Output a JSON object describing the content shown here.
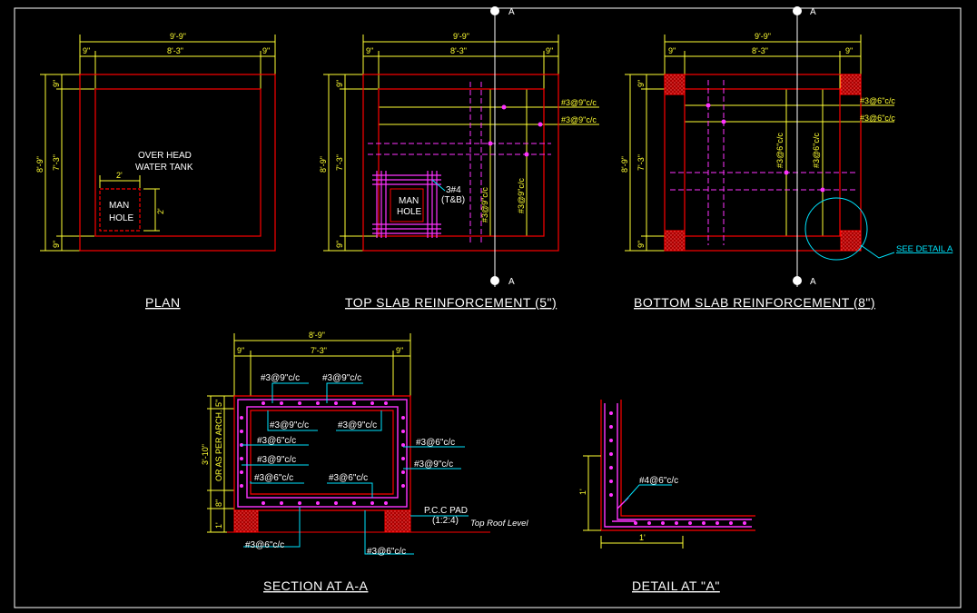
{
  "colors": {
    "background": "#000000",
    "wall": "#ff0000",
    "dimension": "#ffff33",
    "rebar": "#ff33ff",
    "leader": "#00e5ff",
    "text": "#ffffff"
  },
  "section_marker": "A",
  "plan": {
    "title": "PLAN",
    "dim_overall": "9'-9\"",
    "dim_left": "9\"",
    "dim_mid": "8'-3\"",
    "dim_right": "9\"",
    "dim_v_overall": "8'-9\"",
    "dim_v_inner": "7'-3\"",
    "dim_v_top": "9\"",
    "dim_v_bottom": "9\"",
    "tank_line1": "OVER HEAD",
    "tank_line2": "WATER TANK",
    "mh_dim_w": "2'",
    "mh_dim_h": "2'",
    "mh_line1": "MAN",
    "mh_line2": "HOLE"
  },
  "top_slab": {
    "title": "TOP SLAB REINFORCEMENT (5\")",
    "dim_overall": "9'-9\"",
    "dim_left": "9\"",
    "dim_mid": "8'-3\"",
    "dim_right": "9\"",
    "dim_v_overall": "8'-9\"",
    "dim_v_inner": "7'-3\"",
    "dim_v_top": "9\"",
    "dim_v_bottom": "9\"",
    "bar1": "#3@9\"c/c",
    "bar2": "#3@9\"c/c",
    "bar_v1": "#3@9\"c/c",
    "bar_v2": "#3@9\"c/c",
    "mh_line1": "MAN",
    "mh_line2": "HOLE",
    "mh_bar1": "3#4",
    "mh_bar2": "(T&B)"
  },
  "bottom_slab": {
    "title": "BOTTOM SLAB REINFORCEMENT (8\")",
    "dim_overall": "9'-9\"",
    "dim_left": "9\"",
    "dim_mid": "8'-3\"",
    "dim_right": "9\"",
    "dim_v_overall": "8'-9\"",
    "dim_v_inner": "7'-3\"",
    "dim_v_top": "9\"",
    "dim_v_bottom": "9\"",
    "bar1": "#3@6\"c/c",
    "bar2": "#3@6\"c/c",
    "bar_v1": "#3@6\"c/c",
    "bar_v2": "#3@6\"c/c",
    "detail_ref": "SEE DETAIL A"
  },
  "section": {
    "title": "SECTION AT A-A",
    "dim_overall": "8'-9\"",
    "dim_left": "9\"",
    "dim_mid": "7'-3\"",
    "dim_right": "9\"",
    "dim_v_top": "5\"",
    "dim_v_mid": "3'-10\"",
    "dim_v_mid2": "OR AS PER ARCH.",
    "dim_v_bot": "8\"",
    "dim_v_pad": "1'",
    "bar_top1": "#3@9\"c/c",
    "bar_top2": "#3@9\"c/c",
    "bar_in1": "#3@9\"c/c",
    "bar_in2": "#3@9\"c/c",
    "bar_wall_l1": "#3@6\"c/c",
    "bar_wall_l2": "#3@9\"c/c",
    "bar_wall_r1": "#3@6\"c/c",
    "bar_wall_r2": "#3@9\"c/c",
    "bar_bot_l": "#3@6\"c/c",
    "bar_bot_r": "#3@6\"c/c",
    "bar_under1": "#3@6\"c/c",
    "bar_under2": "#3@6\"c/c",
    "pcc_line1": "P.C.C PAD",
    "pcc_line2": "(1:2:4)",
    "roof_level": "Top Roof Level"
  },
  "detail": {
    "title": "DETAIL AT \"A\"",
    "bar": "#4@6\"c/c",
    "dim_v": "1'",
    "dim_h": "1'"
  }
}
